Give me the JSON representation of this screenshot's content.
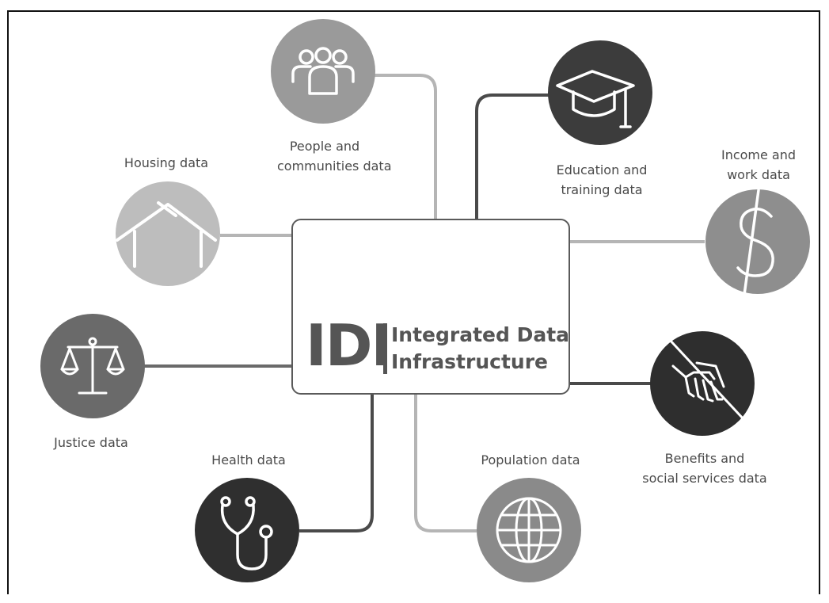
{
  "center": {
    "abbreviation": "IDI",
    "name_line1": "Integrated Data",
    "name_line2": "Infrastructure"
  },
  "nodes": [
    {
      "id": "people",
      "lines": [
        "People and",
        "communities data"
      ],
      "icon": "people-icon",
      "color": "#9a9a9a"
    },
    {
      "id": "education",
      "lines": [
        "Education and",
        "training data"
      ],
      "icon": "graduation-cap-icon",
      "color": "#3c3c3c"
    },
    {
      "id": "income",
      "lines": [
        "Income and",
        "work data"
      ],
      "icon": "dollar-icon",
      "color": "#8e8e8e"
    },
    {
      "id": "benefits",
      "lines": [
        "Benefits and",
        "social services data"
      ],
      "icon": "handshake-icon",
      "color": "#2e2e2e"
    },
    {
      "id": "population",
      "lines": [
        "Population data"
      ],
      "icon": "globe-icon",
      "color": "#8a8a8a"
    },
    {
      "id": "health",
      "lines": [
        "Health data"
      ],
      "icon": "stethoscope-icon",
      "color": "#2f2f2f"
    },
    {
      "id": "justice",
      "lines": [
        "Justice data"
      ],
      "icon": "scales-icon",
      "color": "#6a6a6a"
    },
    {
      "id": "housing",
      "lines": [
        "Housing data"
      ],
      "icon": "house-icon",
      "color": "#bdbdbd"
    }
  ],
  "colors": {
    "connector_light": "#b5b5b5",
    "connector_dark": "#4a4a4a",
    "text": "#4a4a4a"
  }
}
